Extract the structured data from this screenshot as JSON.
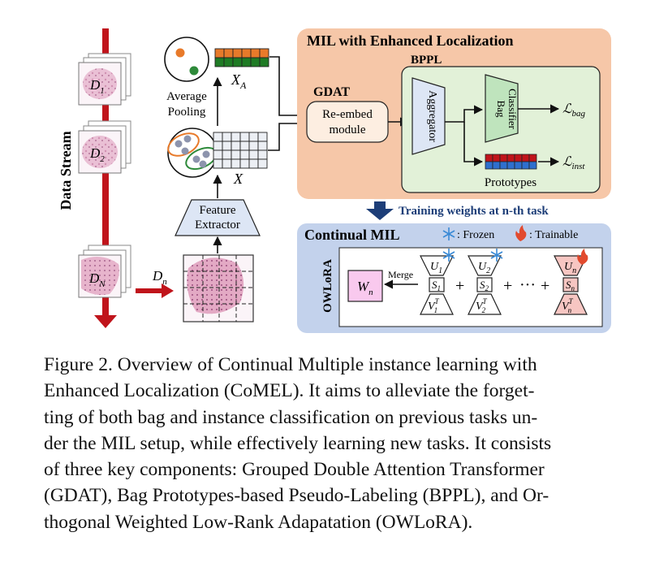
{
  "figure": {
    "data_stream_label": "Data Stream",
    "slides": [
      "D",
      "D",
      "D"
    ],
    "slide_subscripts": [
      "1",
      "2",
      "N"
    ],
    "ellipsis": "⋮",
    "dn_label": "D",
    "dn_sub": "n",
    "feature_extractor": [
      "Feature",
      "Extractor"
    ],
    "average_pooling": [
      "Average",
      "Pooling"
    ],
    "xa_label": "X",
    "xa_sub": "A",
    "x_label": "X",
    "mil_panel_title": "MIL with Enhanced Localization",
    "gdat_label": "GDAT",
    "reembed": [
      "Re-embed",
      "module"
    ],
    "bppl_label": "BPPL",
    "aggregator": "Aggregator",
    "bag_classifier": [
      "Bag",
      "Classifier"
    ],
    "loss_bag": "ℒ",
    "loss_bag_sub": "bag",
    "loss_inst": "ℒ",
    "loss_inst_sub": "inst",
    "prototypes": "Prototypes",
    "training_weights": "Training weights at n-th task",
    "continual_title": "Continual MIL",
    "frozen_label": ": Frozen",
    "trainable_label": ": Trainable",
    "owlora_label": "OWLoRA",
    "merge_label": "Merge",
    "w_label": "W",
    "w_sub": "n",
    "u_labels": [
      "U",
      "U",
      "U"
    ],
    "u_subs": [
      "1",
      "2",
      "n"
    ],
    "s_labels": [
      "S",
      "S",
      "S"
    ],
    "s_subs": [
      "1",
      "2",
      "n"
    ],
    "v_labels": [
      "V",
      "V",
      "V"
    ],
    "v_subs": [
      "1",
      "2",
      "n"
    ],
    "v_sups": [
      "T",
      "T",
      "T"
    ],
    "plus": "+",
    "dots": "···",
    "colors": {
      "red_arrow": "#c0141b",
      "mil_panel": "#f6c7a8",
      "bppl_panel": "#e2f1d8",
      "continual_panel": "#c3d2ec",
      "reembed_box": "#fdeee1",
      "aggregator": "#dde6f5",
      "classifier": "#bfe4bd",
      "w_box": "#f9c9ee",
      "trainable": "#f7c6c2",
      "proto_red": "#c0141b",
      "proto_blue": "#2f6fce",
      "green_token": "#1f7b25",
      "orange_dot": "#e87a2a",
      "green_dot": "#2e8a3a",
      "dark_blue_arrow": "#1d3e78"
    }
  },
  "caption": [
    "Figure 2.  Overview of Continual Multiple instance learning with",
    "Enhanced Localization (CoMEL). It aims to alleviate the forget-",
    "ting of both bag and instance classification on previous tasks un-",
    "der the MIL setup, while effectively learning new tasks. It consists",
    "of three key components: Grouped Double Attention Transformer",
    "(GDAT), Bag Prototypes-based Pseudo-Labeling (BPPL), and Or-",
    "thogonal Weighted Low-Rank Adapatation (OWLoRA)."
  ]
}
